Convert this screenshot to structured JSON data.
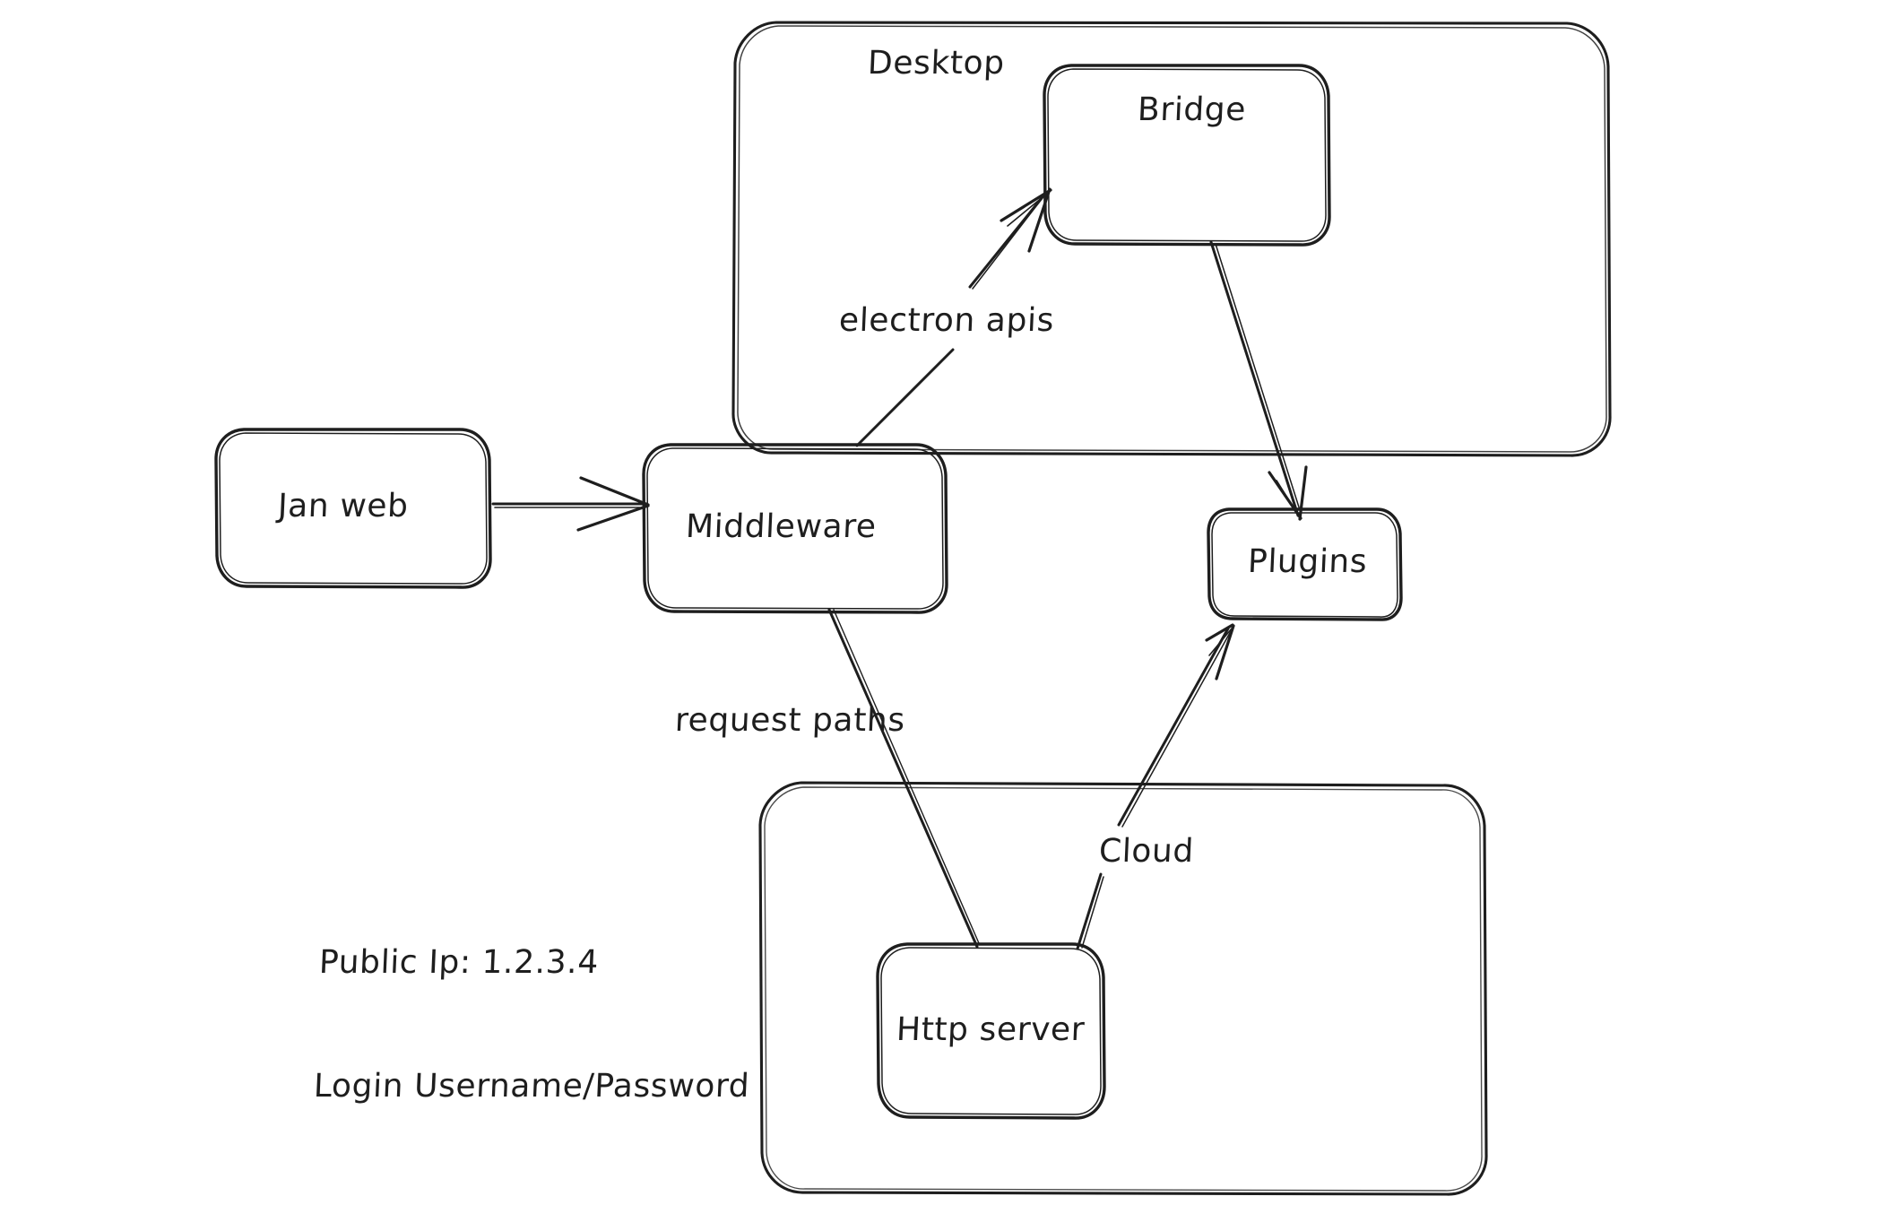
{
  "diagram": {
    "title": "Jan architecture flow",
    "background_color": "#ffffff",
    "stroke_color": "#1e1e1e",
    "style": "hand-drawn"
  },
  "frames": [
    {
      "id": "desktop",
      "label": "Desktop",
      "contains": [
        "Bridge"
      ]
    },
    {
      "id": "cloud",
      "label": "",
      "contains": [
        "Http server"
      ]
    }
  ],
  "nodes": [
    {
      "id": "jan-web",
      "label": "Jan web"
    },
    {
      "id": "middleware",
      "label": "Middleware"
    },
    {
      "id": "bridge",
      "label": "Bridge"
    },
    {
      "id": "plugins",
      "label": "Plugins"
    },
    {
      "id": "http-server",
      "label": "Http server"
    }
  ],
  "edges": [
    {
      "id": "jan-web-to-middleware",
      "from": "Jan web",
      "to": "Middleware",
      "label": "",
      "arrow": true
    },
    {
      "id": "middleware-to-bridge",
      "from": "Middleware",
      "to": "Bridge",
      "label": "electron apis",
      "arrow": true
    },
    {
      "id": "bridge-to-plugins",
      "from": "Bridge",
      "to": "Plugins",
      "label": "",
      "arrow": true
    },
    {
      "id": "http-server-to-plugins",
      "from": "Http server",
      "to": "Plugins",
      "label": "Cloud",
      "arrow": true
    },
    {
      "id": "middleware-to-http-server",
      "from": "Middleware",
      "to": "Http server",
      "label": "request paths",
      "arrow": false
    }
  ],
  "notes": {
    "public_ip_line": "Public Ip: 1.2.3.4",
    "login_line": "Login Username/Password"
  }
}
